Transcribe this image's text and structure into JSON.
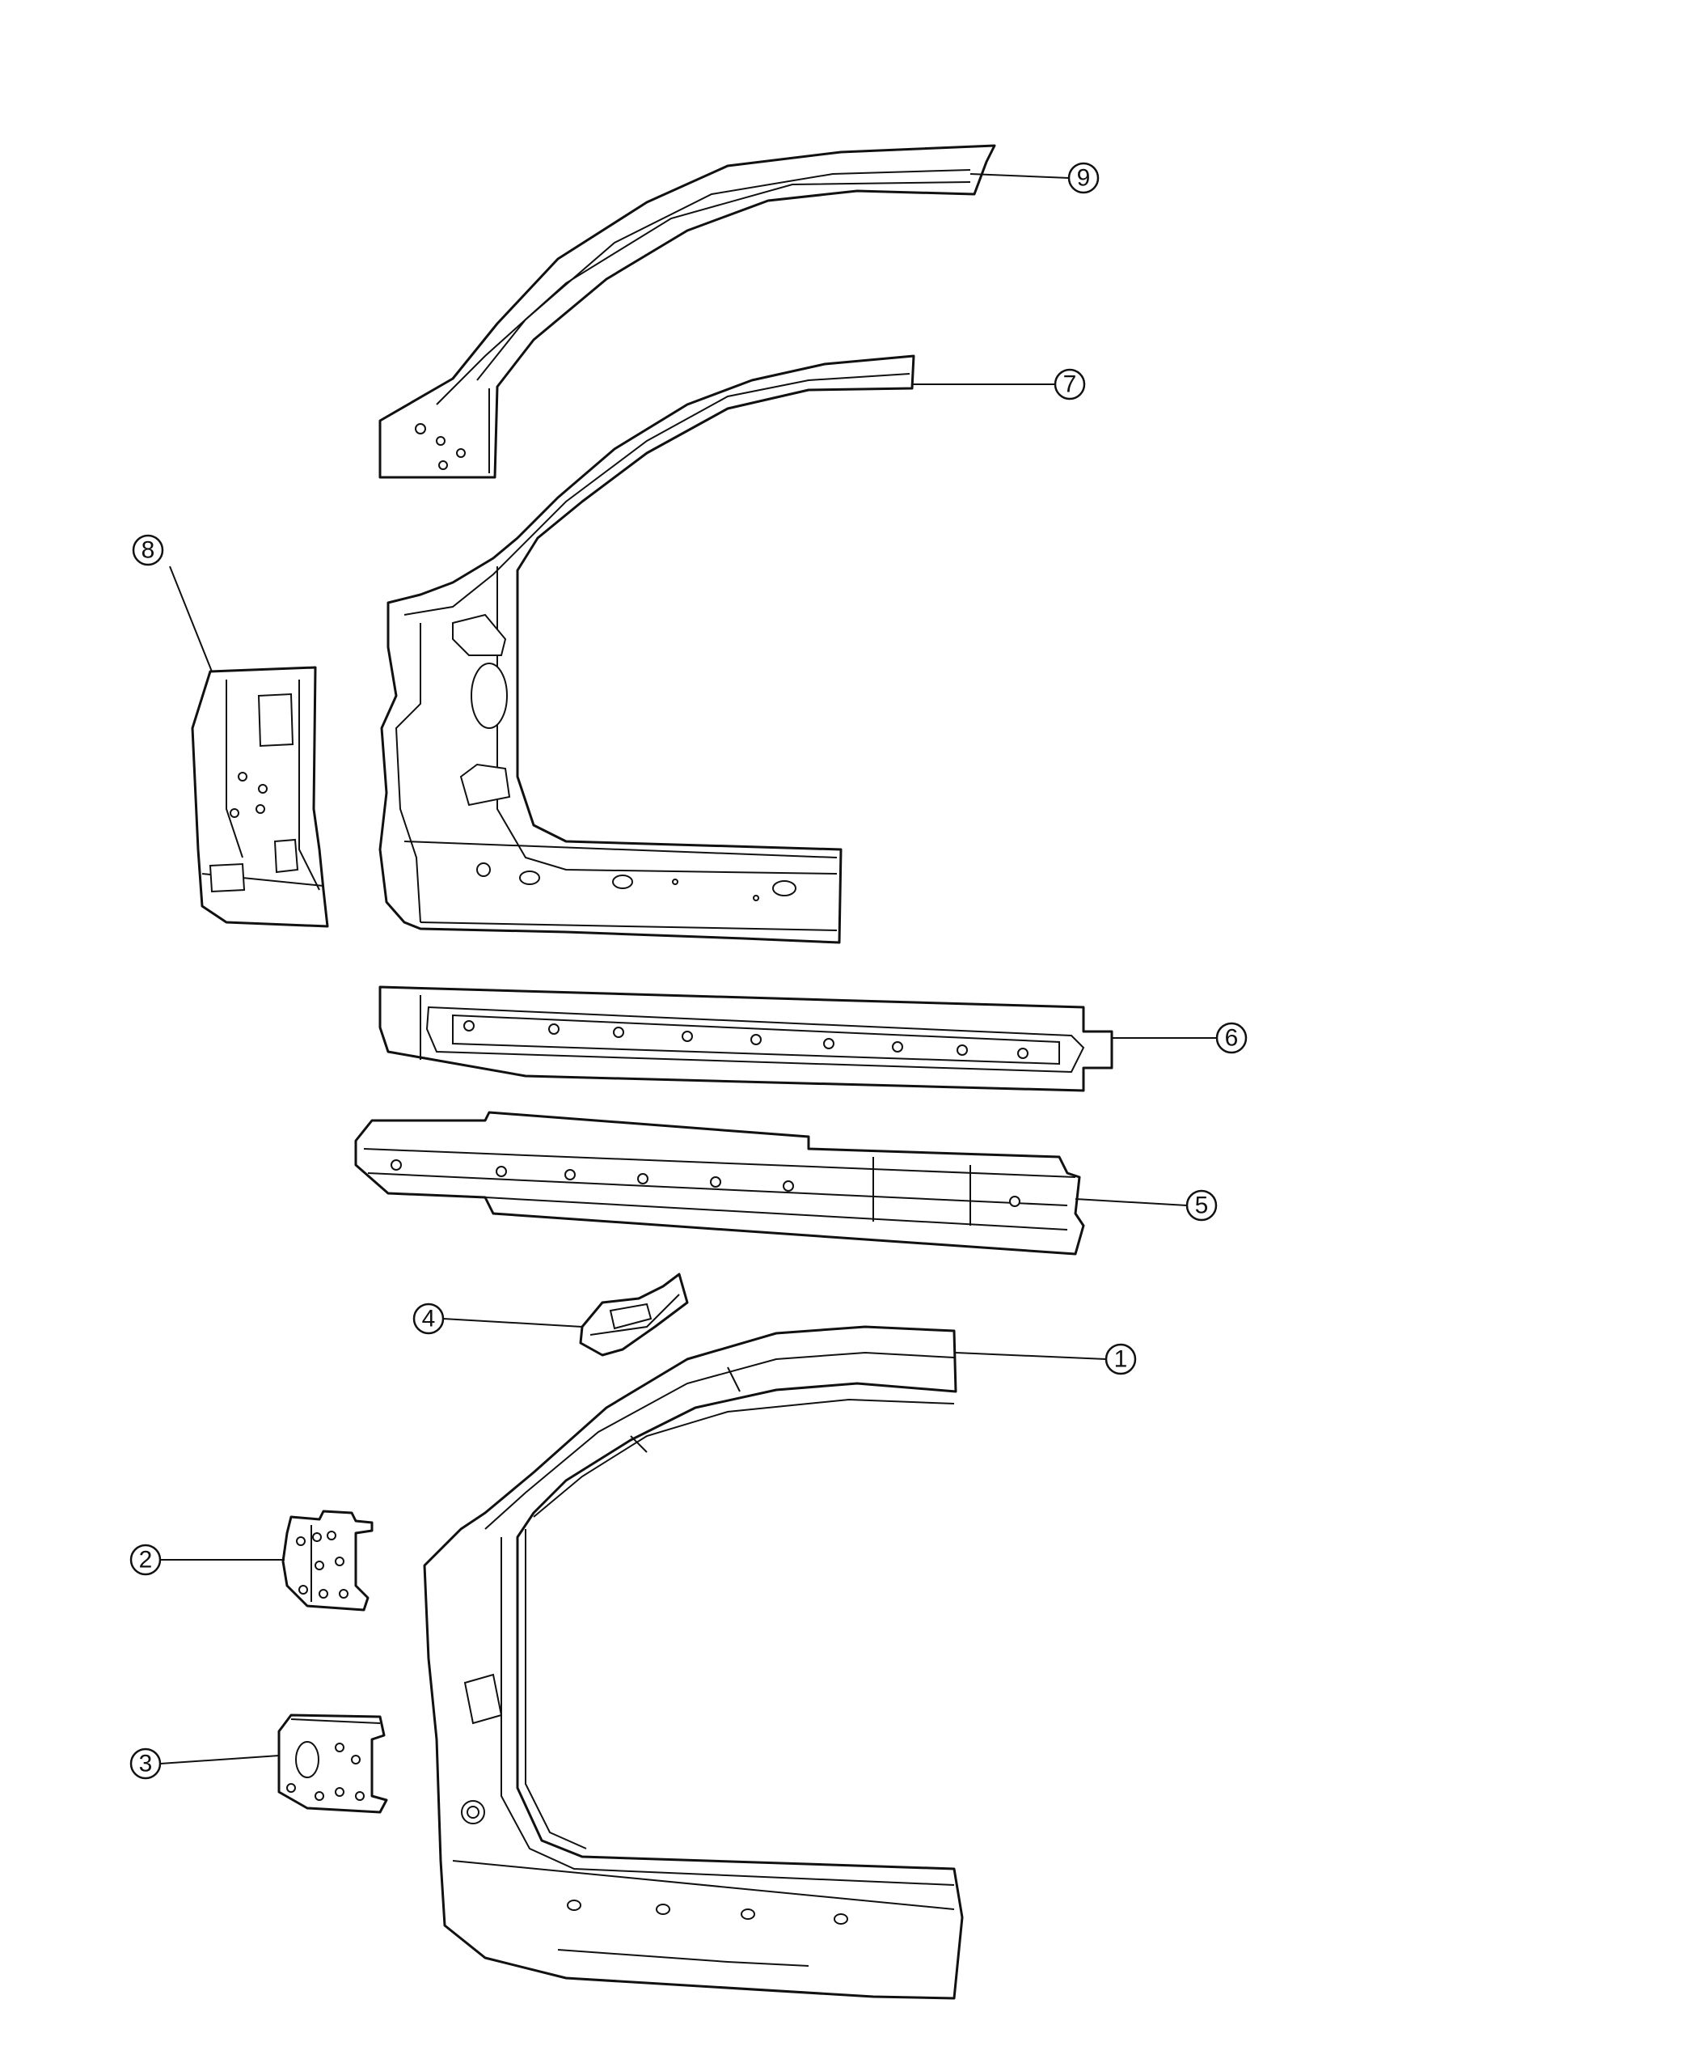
{
  "callouts": [
    {
      "id": "callout-1",
      "label": "1"
    },
    {
      "id": "callout-2",
      "label": "2"
    },
    {
      "id": "callout-3",
      "label": "3"
    },
    {
      "id": "callout-4",
      "label": "4"
    },
    {
      "id": "callout-5",
      "label": "5"
    },
    {
      "id": "callout-6",
      "label": "6"
    },
    {
      "id": "callout-7",
      "label": "7"
    },
    {
      "id": "callout-8",
      "label": "8"
    },
    {
      "id": "callout-9",
      "label": "9"
    }
  ],
  "colors": {
    "line": "#111111",
    "background": "#ffffff"
  }
}
